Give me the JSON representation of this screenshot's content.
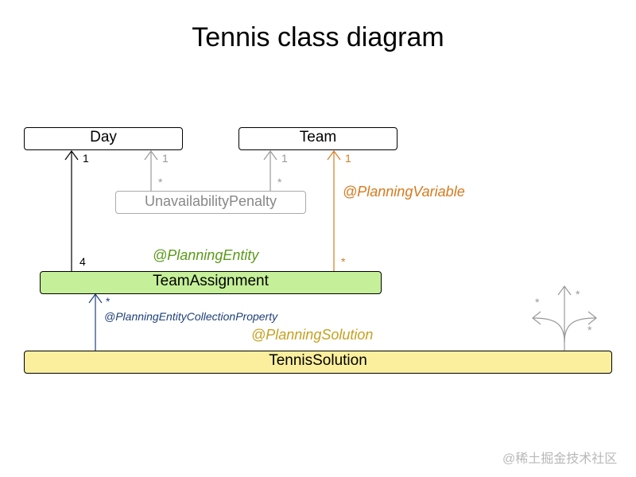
{
  "title": "Tennis class diagram",
  "classes": {
    "day": "Day",
    "team": "Team",
    "unavailability_penalty": "UnavailabilityPenalty",
    "team_assignment": "TeamAssignment",
    "tennis_solution": "TennisSolution"
  },
  "annotations": {
    "planning_variable": "@PlanningVariable",
    "planning_entity": "@PlanningEntity",
    "planning_entity_collection_property": "@PlanningEntityCollectionProperty",
    "planning_solution": "@PlanningSolution"
  },
  "multiplicities": {
    "day_one": "1",
    "assignment_four": "4",
    "penalty_day_one": "1",
    "penalty_day_many": "*",
    "penalty_team_one": "1",
    "penalty_team_many": "*",
    "team_one": "1",
    "assignment_team_many": "*",
    "solution_assignment_many": "*",
    "fan_left": "*",
    "fan_top": "*",
    "fan_right": "*"
  },
  "colors": {
    "black": "#000000",
    "gray": "#999999",
    "orange": "#d77a1f",
    "green": "#5a9a1a",
    "navy": "#1f3f7a",
    "gold": "#c8a020",
    "entity_fill": "#c5ef98",
    "solution_fill": "#fbef9e"
  },
  "watermark": "@稀土掘金技术社区"
}
